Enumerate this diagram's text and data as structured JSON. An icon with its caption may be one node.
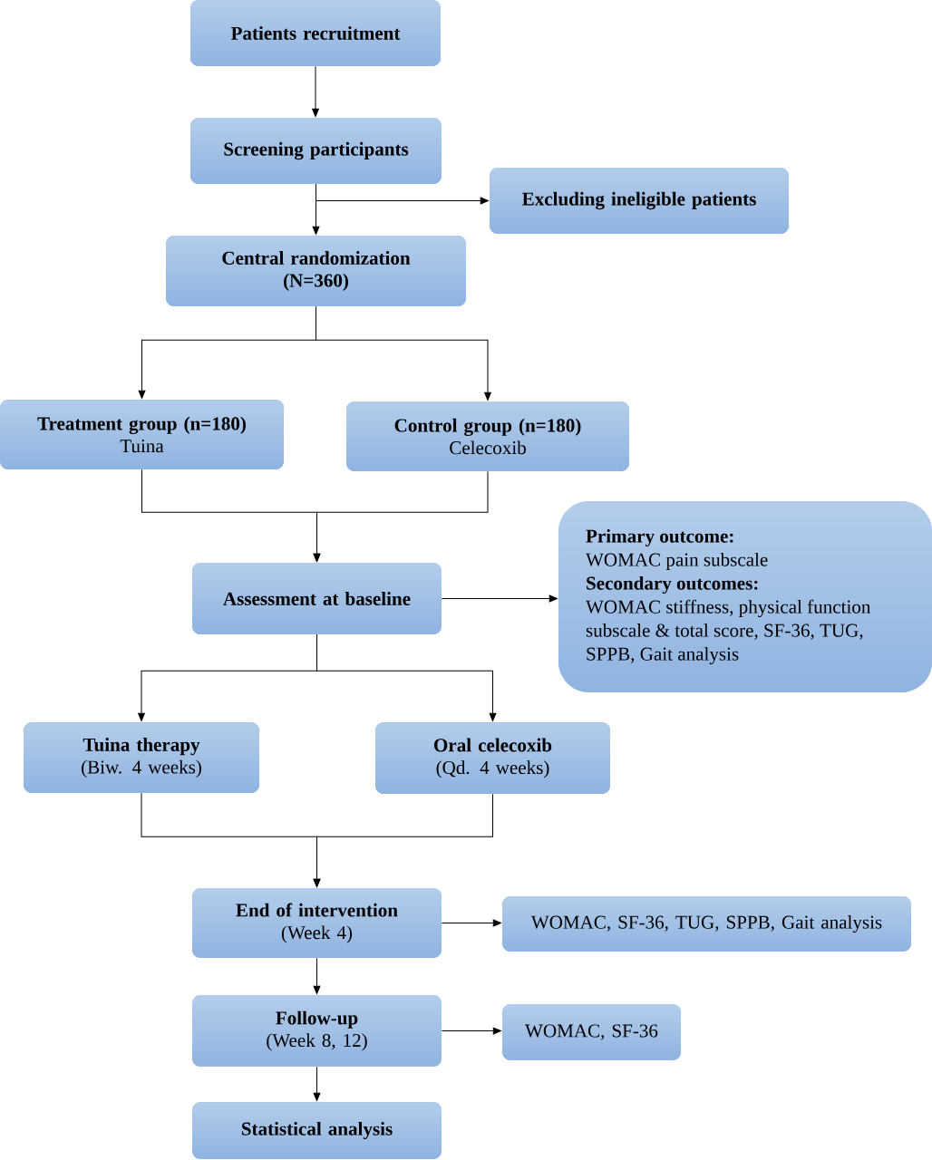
{
  "diagram": {
    "nodes": [
      {
        "text": [
          "Patients recruitment"
        ]
      },
      {
        "text": [
          "Screening participants"
        ]
      },
      {
        "text": [
          "Excluding ineligible patients"
        ]
      },
      {
        "text": [
          "Central randomization (N=360)"
        ]
      },
      {
        "text": [
          "Treatment group (n=180)",
          "Tuina"
        ]
      },
      {
        "text": [
          "Control group (n=180)",
          "Celecoxib"
        ]
      },
      {
        "text": [
          "Assessment at baseline"
        ]
      },
      {
        "text": [
          "Primary outcome:",
          "WOMAC pain subscale",
          "Secondary outcomes:",
          "WOMAC stiffness, physical function subscale & total score, SF-36, TUG, SPPB, Gait analysis"
        ]
      },
      {
        "text": [
          "Tuina therapy",
          "(Biw. 4 weeks)"
        ]
      },
      {
        "text": [
          "Oral celecoxib",
          "(Qd. 4 weeks)"
        ]
      },
      {
        "text": [
          "End of intervention",
          "(Week 4)"
        ]
      },
      {
        "text": [
          "WOMAC, SF-36, TUG, SPPB, Gait analysis"
        ]
      },
      {
        "text": [
          "Follow-up",
          "(Week 8, 12)"
        ]
      },
      {
        "text": [
          "WOMAC, SF-36"
        ]
      },
      {
        "text": [
          "Statistical analysis"
        ]
      }
    ],
    "edges": [
      {
        "from": 0,
        "to": 1,
        "arrow": "to"
      },
      {
        "from": 1,
        "to": 3,
        "arrow": "to"
      },
      {
        "from": 1,
        "to": 2,
        "arrow": "to"
      },
      {
        "from": 3,
        "to": 4,
        "arrow": "to"
      },
      {
        "from": 3,
        "to": 5,
        "arrow": "to"
      },
      {
        "from": 4,
        "to": 6,
        "arrow": "to"
      },
      {
        "from": 5,
        "to": 6,
        "arrow": "to"
      },
      {
        "from": 6,
        "to": 7,
        "arrow": "to"
      },
      {
        "from": 6,
        "to": 8,
        "arrow": "to"
      },
      {
        "from": 6,
        "to": 9,
        "arrow": "to"
      },
      {
        "from": 8,
        "to": 10,
        "arrow": "to"
      },
      {
        "from": 9,
        "to": 10,
        "arrow": "to"
      },
      {
        "from": 10,
        "to": 11,
        "arrow": "to"
      },
      {
        "from": 10,
        "to": 12,
        "arrow": "to"
      },
      {
        "from": 12,
        "to": 13,
        "arrow": "to"
      },
      {
        "from": 12,
        "to": 14,
        "arrow": "to"
      }
    ]
  }
}
